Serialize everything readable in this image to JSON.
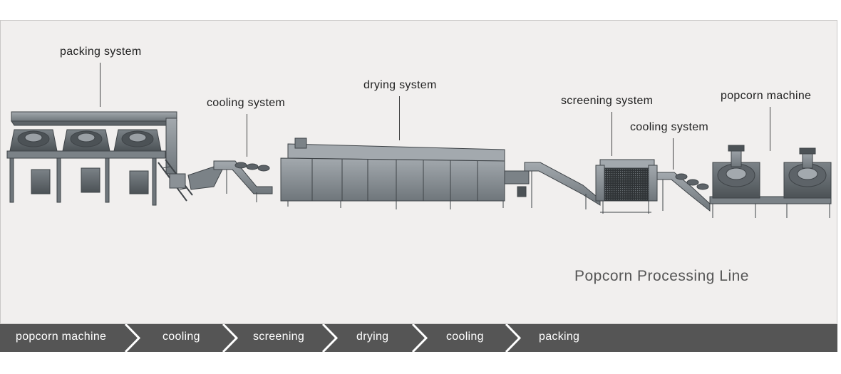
{
  "labels": {
    "packing": "packing system",
    "cooling_left": "cooling system",
    "drying": "drying system",
    "screening": "screening system",
    "cooling_right": "cooling system",
    "popcorn": "popcorn machine"
  },
  "title": "Popcorn Processing Line",
  "flow_steps": [
    "popcorn machine",
    "cooling",
    "screening",
    "drying",
    "cooling",
    "packing"
  ],
  "colors": {
    "panel": "#f1efee",
    "machine_fill": "#8b9196",
    "machine_dark": "#5d6368",
    "machine_line": "#3f4448",
    "flow_bar": "#555555",
    "flow_text": "#ffffff"
  }
}
